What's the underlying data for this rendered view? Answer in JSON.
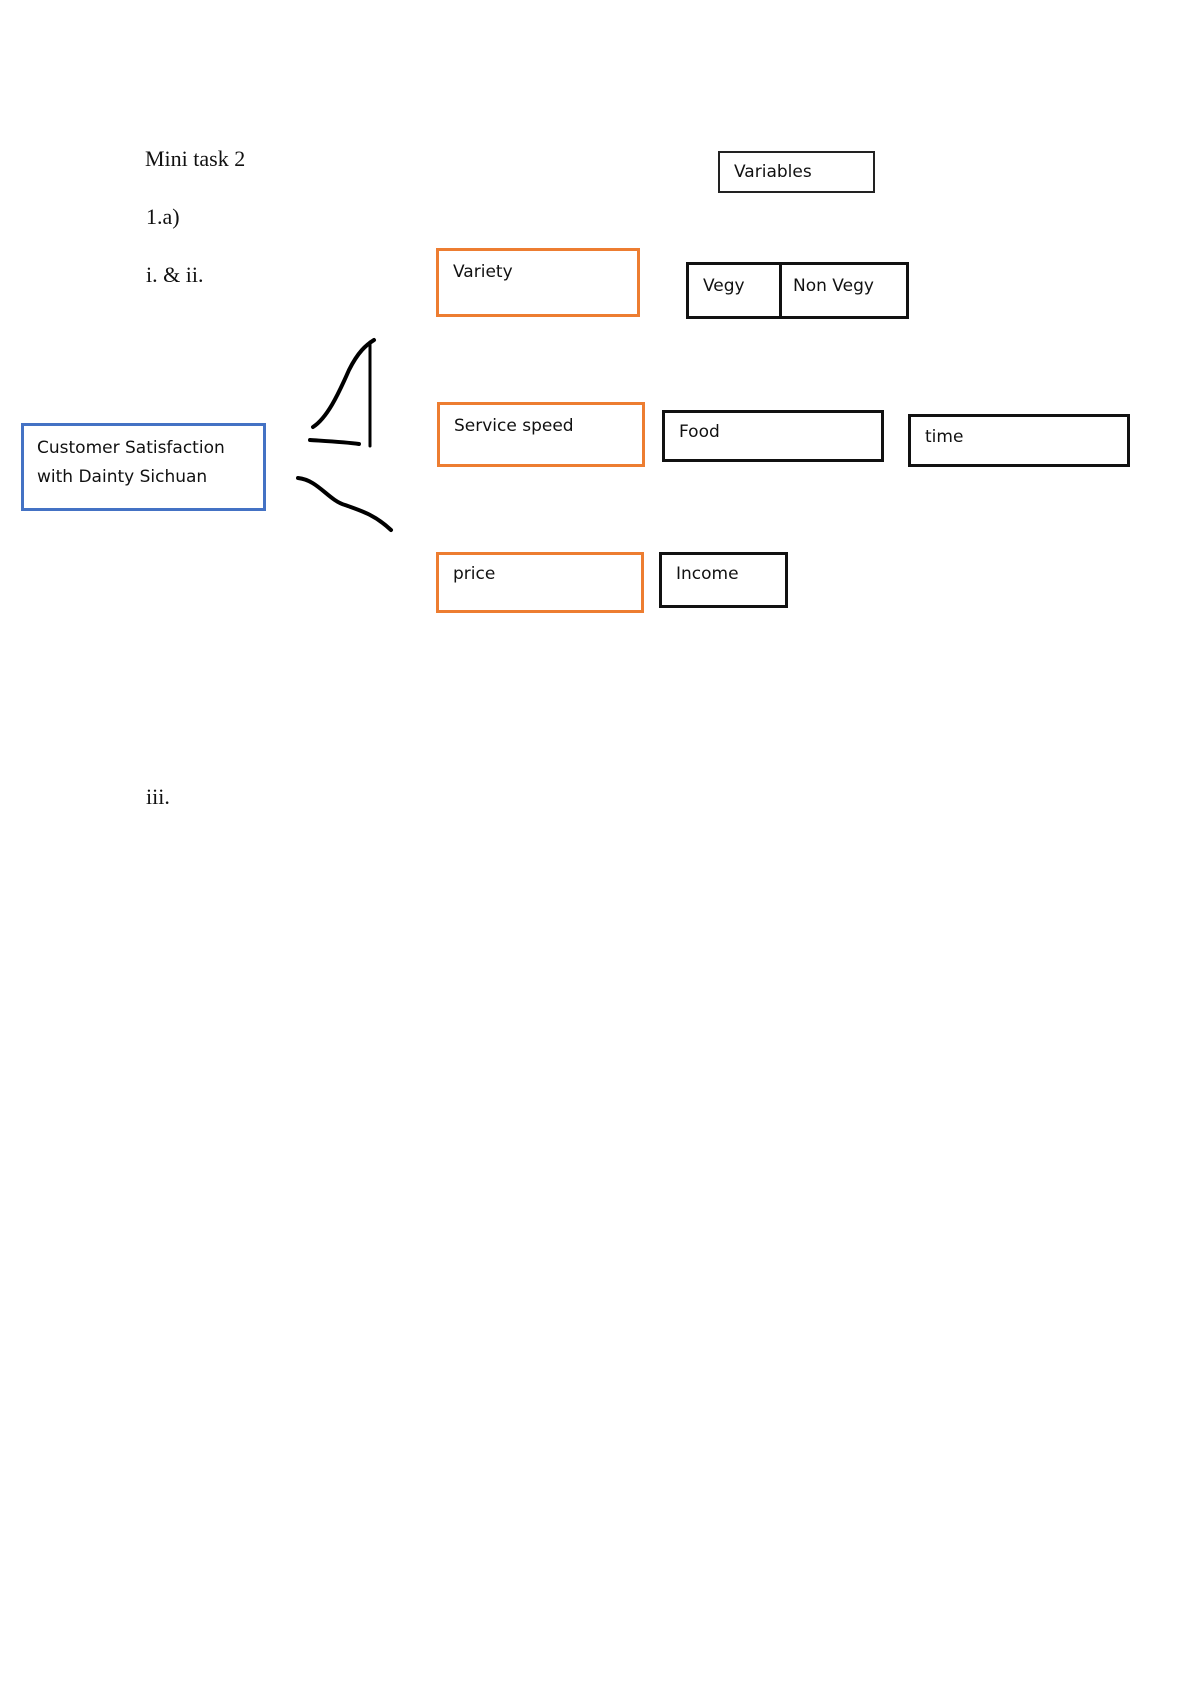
{
  "document": {
    "title": "Mini task 2",
    "question": "1.a)",
    "part_i_ii": "i. & ii.",
    "part_iii": "iii."
  },
  "diagram": {
    "central": {
      "line1": "Customer Satisfaction",
      "line2": "with Dainty Sichuan",
      "border_color": "#4472C4"
    },
    "variables_header": "Variables",
    "factors": [
      {
        "label": "Variety",
        "border_color": "#ED7D31"
      },
      {
        "label": "Service speed",
        "border_color": "#ED7D31"
      },
      {
        "label": "price",
        "border_color": "#ED7D31"
      }
    ],
    "variety_variables": [
      "Vegy",
      "Non Vegy"
    ],
    "service_speed_variables": [
      "Food",
      "time"
    ],
    "price_variables": [
      "Income"
    ]
  }
}
